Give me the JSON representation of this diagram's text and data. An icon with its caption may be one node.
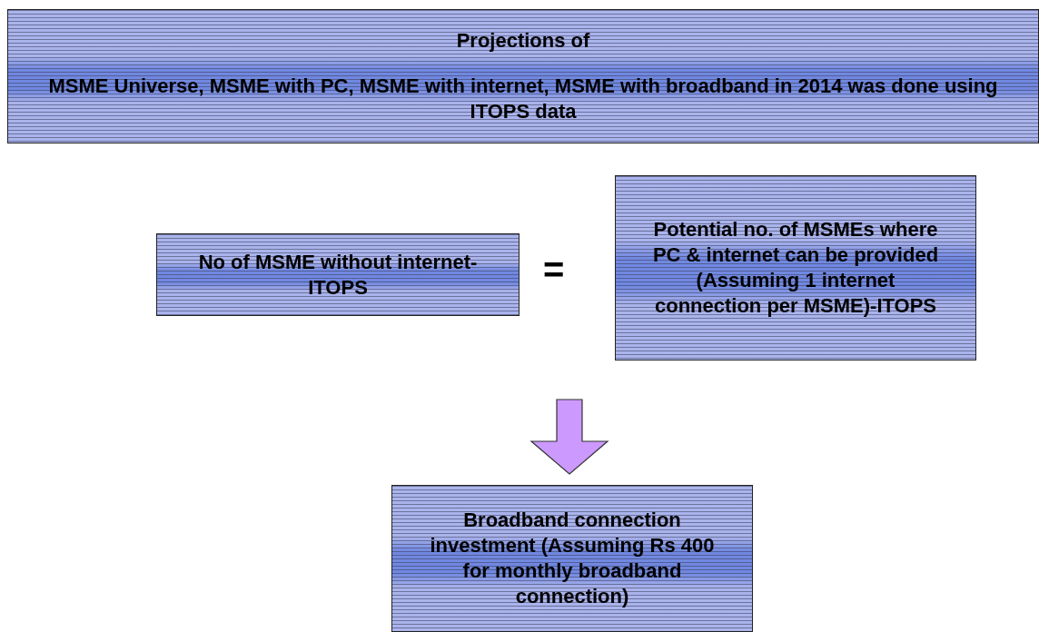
{
  "diagram": {
    "nodes": [
      {
        "text": [
          "Projections of",
          "MSME Universe, MSME with PC, MSME with internet, MSME with broadband in 2014 was done using ITOPS data"
        ]
      },
      {
        "text": [
          "No of MSME without internet- ITOPS"
        ]
      },
      {
        "text": [
          "Potential no. of MSMEs where PC & internet can be provided (Assuming 1 internet connection per MSME)-ITOPS"
        ]
      },
      {
        "text": [
          "Broadband connection investment (Assuming Rs 400 for monthly broadband connection)"
        ]
      }
    ],
    "edges": [
      {
        "from": null,
        "to": 3,
        "arrow": "to",
        "style": "thick",
        "color": "#cc99ff"
      }
    ],
    "labels": [
      "="
    ]
  }
}
